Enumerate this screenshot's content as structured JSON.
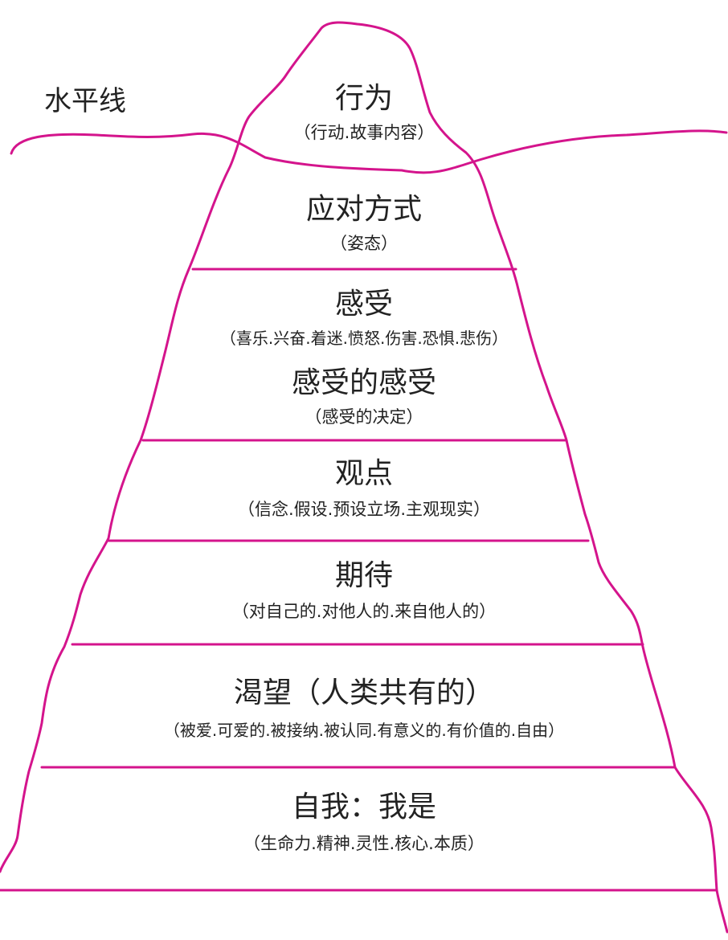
{
  "waterline_label": "水平线",
  "line_color": "#d4148c",
  "layers": [
    {
      "title": "行为",
      "subtitle": "（行动.故事内容）"
    },
    {
      "title": "应对方式",
      "subtitle": "（姿态）"
    },
    {
      "title": "感受",
      "subtitle": "（喜乐.兴奋.着迷.愤怒.伤害.恐惧.悲伤）"
    },
    {
      "title": "感受的感受",
      "subtitle": "（感受的决定）"
    },
    {
      "title": "观点",
      "subtitle": "（信念.假设.预设立场.主观现实）"
    },
    {
      "title": "期待",
      "subtitle": "（对自己的.对他人的.来自他人的）"
    },
    {
      "title": "渴望（人类共有的）",
      "subtitle": "（被爱.可爱的.被接纳.被认同.有意义的.有价值的.自由）"
    },
    {
      "title": "自我：我是",
      "subtitle": "（生命力.精神.灵性.核心.本质）"
    }
  ]
}
